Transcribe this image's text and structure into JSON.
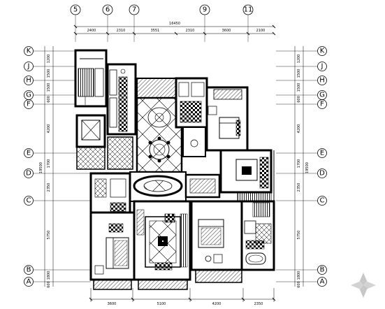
{
  "drawing": {
    "title": "",
    "top_axes": [
      "5",
      "6",
      "7",
      "9",
      "11"
    ],
    "side_axes": [
      "K",
      "J",
      "H",
      "G",
      "F",
      "E",
      "D",
      "C",
      "B",
      "A"
    ],
    "top_dims": [
      "2400",
      "2310",
      "3551",
      "2310",
      "3600",
      "2100"
    ],
    "top_total": "16450",
    "bottom_dims": [
      "3600",
      "5100",
      "4200",
      "2350"
    ],
    "left_dims": [
      "1200",
      "1500",
      "1500",
      "600",
      "4200",
      "1700",
      "2350",
      "5750",
      "1800",
      "600"
    ],
    "left_total": "19500",
    "right_dims": [
      "1200",
      "1500",
      "1500",
      "600",
      "4200",
      "1700",
      "2350",
      "5750",
      "1800",
      "600"
    ],
    "right_total": "19500"
  },
  "watermark": {
    "text": ""
  }
}
